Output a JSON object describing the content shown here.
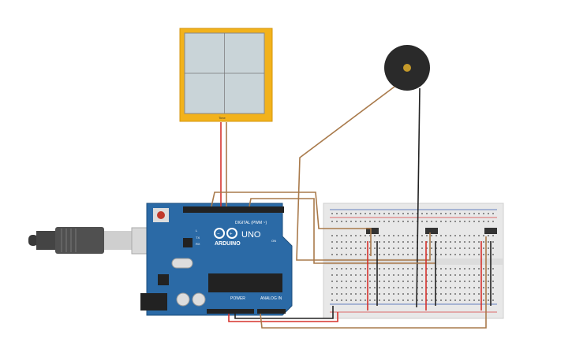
{
  "canvas": {
    "background": "#ffffff"
  },
  "arduino": {
    "brand": "ARDUINO",
    "model": "UNO",
    "digital_label": "DIGITAL (PWM ~)",
    "power_label": "POWER",
    "analog_label": "ANALOG IN",
    "on_label": "ON",
    "tx_label": "TX",
    "rx_label": "RX",
    "l_label": "L",
    "board_color": "#2b6aa6"
  },
  "oscilloscope": {
    "frame_color": "#f2b21b",
    "screen_color": "#c9d4d8",
    "label": "Time"
  },
  "buzzer": {
    "body_color": "#2a2a2a",
    "center_color": "#c59a2a"
  },
  "breadboard": {
    "color": "#e8e8e8",
    "rail_red": "#d94040",
    "rail_blue": "#3a5fb0"
  },
  "wires": {
    "brown": "#a97a4b",
    "red": "#d6322c",
    "black": "#222222"
  },
  "icons": [
    "usb-plug-icon",
    "arduino-logo-icon"
  ]
}
